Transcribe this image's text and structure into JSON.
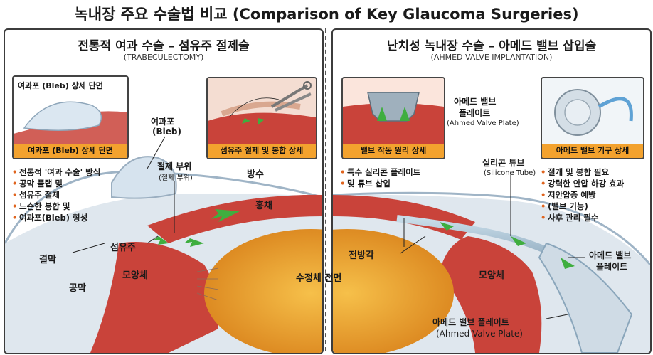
{
  "title": "녹내장 주요 수술법 비교 (Comparison of Key Glaucoma Surgeries)",
  "left": {
    "title": "전통적 여과 수술 – 섬유주 절제술",
    "subtitle": "(TRABECULECTOMY)",
    "inset_bleb_header": "여과포 (Bleb) 상세 단면",
    "inset_bleb_caption": "여과포 (Bleb) 상세 단면",
    "inset_suture_caption": "섬유주 절제 및 봉합 상세",
    "bullets": [
      "전통적 '여과 수술' 방식",
      "공막 플랩 및",
      "섬유주 절제",
      "느슨한 봉합 및",
      "여과포(Bleb) 형성"
    ],
    "labels": {
      "bleb": "여과포",
      "bleb_en": "(Bleb)",
      "excision": "절제 부위",
      "excision_sub": "(절제 부위)",
      "aqueous": "방수",
      "iris": "홍채",
      "trabecular": "섬유주",
      "conjunctiva": "결막",
      "ciliary": "모양체",
      "sclera": "공막"
    }
  },
  "right": {
    "title": "난치성 녹내장 수술 – 아메드 밸브 삽입술",
    "subtitle": "(AHMED VALVE IMPLANTATION)",
    "inset_valve_caption": "밸브 작동 원리 상세",
    "inset_device_caption": "아메드 밸브 기구 상세",
    "valve_plate_label": "아메드 밸브",
    "valve_plate_label2": "플레이트",
    "valve_plate_label_en": "(Ahmed Valve Plate)",
    "bullets_left": [
      "특수 실리콘 플레이트",
      "및 튜브 삽입"
    ],
    "bullets_right": [
      "절개 및 봉합 필요",
      "강력한 안압 하강 효과",
      "저안압증 예방",
      "(밸브 기능)",
      "사후 관리 필수"
    ],
    "labels": {
      "tube": "실리콘 튜브",
      "tube_en": "(Silicone Tube)",
      "anterior_chamber": "전방각",
      "ciliary": "모양체",
      "plate_side": "아메드 밸브",
      "plate_side2": "플레이트",
      "plate_bottom": "아메드 밸브 플레이트",
      "plate_bottom_en": "(Ahmed Valve Plate)"
    }
  },
  "center_label": "수정체 전면",
  "colors": {
    "caption_orange": "#f3a22e",
    "tissue_red": "#c9433a",
    "lens_orange": "#e8941e",
    "arrow_green": "#3fae3f",
    "bullet_orange": "#e0641e"
  }
}
